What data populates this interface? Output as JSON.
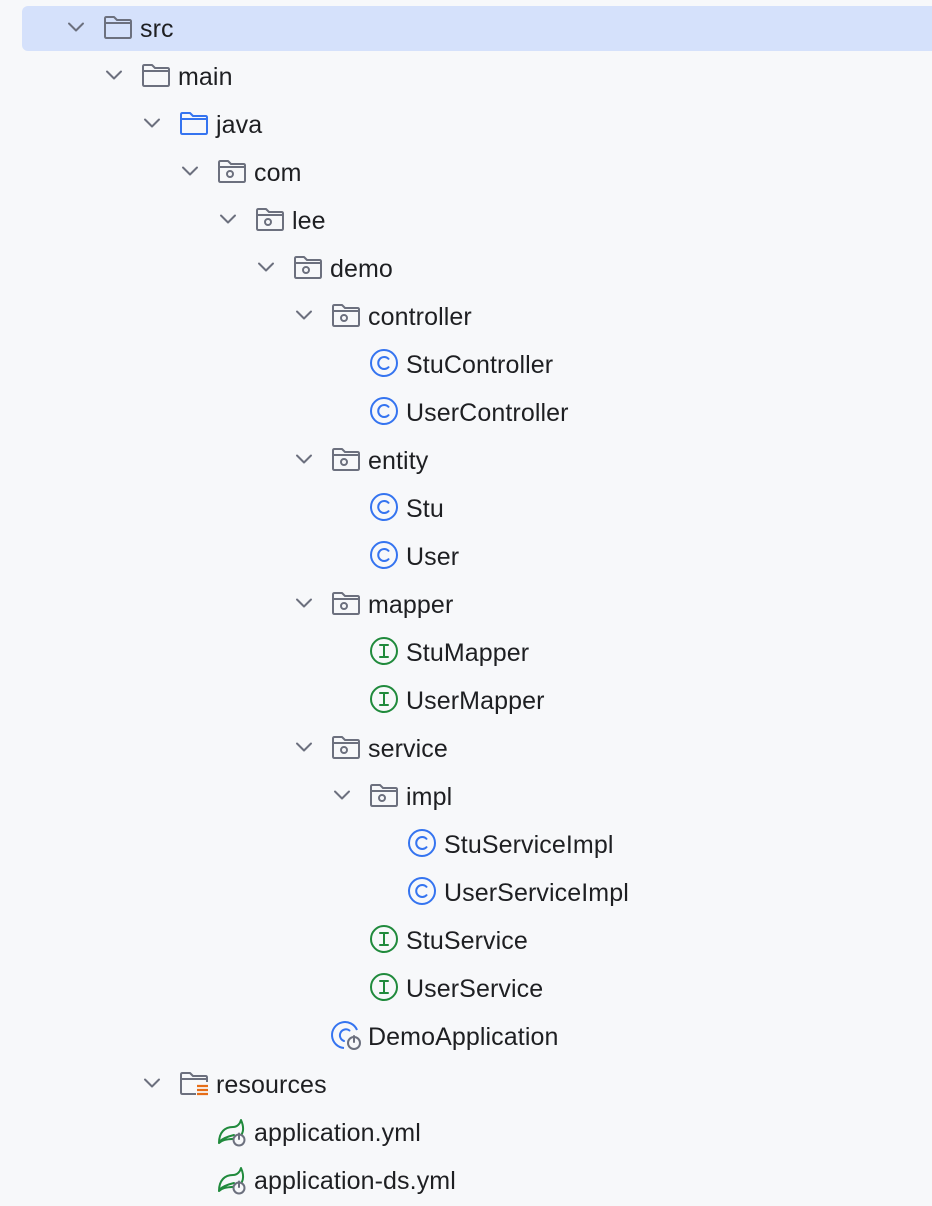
{
  "tree": {
    "nodes": [
      {
        "label": "src",
        "depth": 0,
        "icon": "folder",
        "expanded": true,
        "selected": true
      },
      {
        "label": "main",
        "depth": 1,
        "icon": "folder",
        "expanded": true
      },
      {
        "label": "java",
        "depth": 2,
        "icon": "source-folder",
        "expanded": true
      },
      {
        "label": "com",
        "depth": 3,
        "icon": "package",
        "expanded": true
      },
      {
        "label": "lee",
        "depth": 4,
        "icon": "package",
        "expanded": true
      },
      {
        "label": "demo",
        "depth": 5,
        "icon": "package",
        "expanded": true
      },
      {
        "label": "controller",
        "depth": 6,
        "icon": "package",
        "expanded": true
      },
      {
        "label": "StuController",
        "depth": 7,
        "icon": "class"
      },
      {
        "label": "UserController",
        "depth": 7,
        "icon": "class"
      },
      {
        "label": "entity",
        "depth": 6,
        "icon": "package",
        "expanded": true
      },
      {
        "label": "Stu",
        "depth": 7,
        "icon": "class"
      },
      {
        "label": "User",
        "depth": 7,
        "icon": "class"
      },
      {
        "label": "mapper",
        "depth": 6,
        "icon": "package",
        "expanded": true
      },
      {
        "label": "StuMapper",
        "depth": 7,
        "icon": "interface"
      },
      {
        "label": "UserMapper",
        "depth": 7,
        "icon": "interface"
      },
      {
        "label": "service",
        "depth": 6,
        "icon": "package",
        "expanded": true
      },
      {
        "label": "impl",
        "depth": 7,
        "icon": "package",
        "expanded": true
      },
      {
        "label": "StuServiceImpl",
        "depth": 8,
        "icon": "class"
      },
      {
        "label": "UserServiceImpl",
        "depth": 8,
        "icon": "class"
      },
      {
        "label": "StuService",
        "depth": 7,
        "icon": "interface"
      },
      {
        "label": "UserService",
        "depth": 7,
        "icon": "interface"
      },
      {
        "label": "DemoApplication",
        "depth": 6,
        "icon": "spring-boot-class"
      },
      {
        "label": "resources",
        "depth": 2,
        "icon": "resources-folder",
        "expanded": true
      },
      {
        "label": "application.yml",
        "depth": 3,
        "icon": "spring-config"
      },
      {
        "label": "application-ds.yml",
        "depth": 3,
        "icon": "spring-config"
      }
    ]
  },
  "colors": {
    "selection": "#d5e1fb",
    "folder": "#6c707e",
    "source_folder": "#3574f0",
    "class": "#3574f0",
    "interface": "#208a3c",
    "spring": "#208a3c",
    "resources_accent": "#e66d17",
    "text": "#1e1f22"
  }
}
